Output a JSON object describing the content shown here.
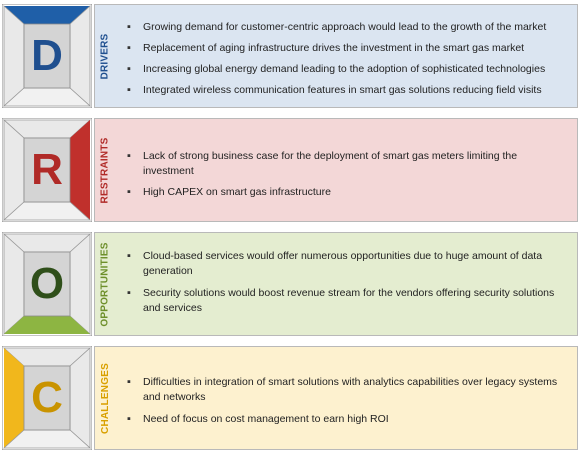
{
  "sections": [
    {
      "letter": "D",
      "label": "DRIVERS",
      "accent": "#1f5fa8",
      "letter_color": "#1f4f8f",
      "panel_bg": "#dbe5f1",
      "label_color": "#1f4f8f",
      "bullets": [
        "Growing demand for customer-centric approach would lead to the growth of the market",
        "Replacement of aging infrastructure drives the investment in the smart gas market",
        "Increasing global energy demand leading to the adoption of sophisticated technologies",
        "Integrated wireless communication features in smart gas solutions reducing field visits"
      ]
    },
    {
      "letter": "R",
      "label": "RESTRAINTS",
      "accent": "#c0302c",
      "letter_color": "#b02a27",
      "panel_bg": "#f3d7d7",
      "label_color": "#b02a27",
      "bullets": [
        "Lack of strong business case for the deployment of smart gas meters limiting the investment",
        "High CAPEX on smart gas infrastructure"
      ]
    },
    {
      "letter": "O",
      "label": "OPPORTUNITIES",
      "accent": "#8db542",
      "letter_color": "#2f4f1a",
      "panel_bg": "#e4edd0",
      "label_color": "#6d8f2a",
      "bullets": [
        "Cloud-based services would offer numerous opportunities due to huge amount of data generation",
        "Security solutions would boost revenue stream for the vendors offering security solutions and services"
      ]
    },
    {
      "letter": "C",
      "label": "CHALLENGES",
      "accent": "#f1b71c",
      "letter_color": "#c99300",
      "panel_bg": "#fdf1cf",
      "label_color": "#d9a000",
      "bullets": [
        "Difficulties in integration of smart solutions with analytics capabilities over legacy systems and networks",
        "Need of focus on cost management to earn high ROI"
      ]
    }
  ]
}
